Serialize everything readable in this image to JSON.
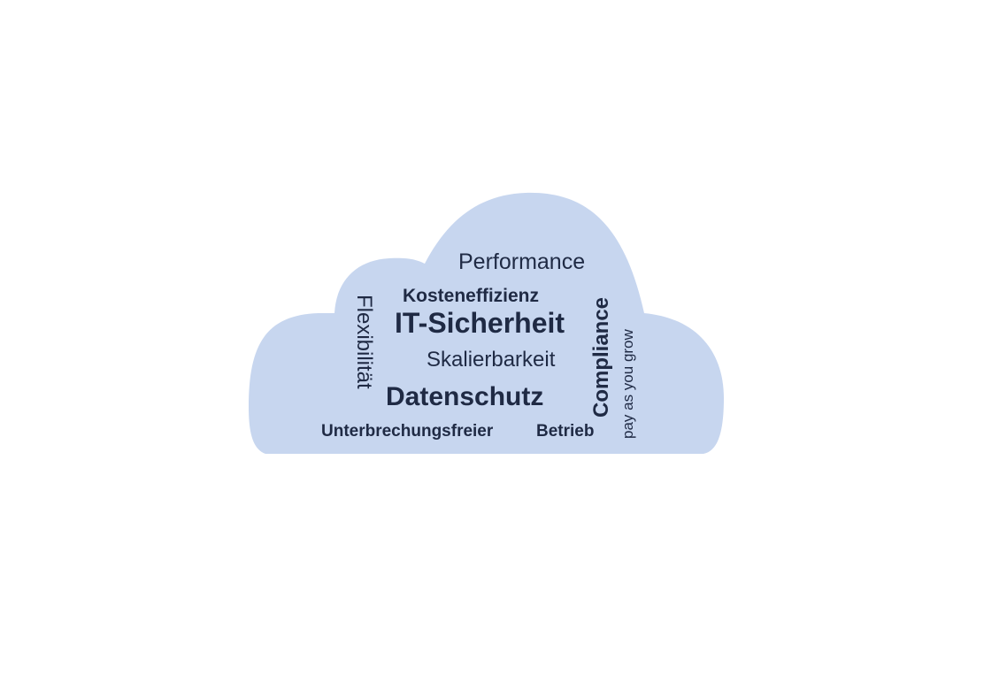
{
  "cloud": {
    "fill_color": "#c7d6ef",
    "text_color": "#1f2a44"
  },
  "words": {
    "performance": "Performance",
    "kosteneffizienz": "Kosteneffizienz",
    "it_sicherheit": "IT-Sicherheit",
    "skalierbarkeit": "Skalierbarkeit",
    "datenschutz": "Datenschutz",
    "unterbrechungsfreier": "Unterbrechungsfreier",
    "betrieb": "Betrieb",
    "flexibilitaet": "Flexibilität",
    "compliance": "Compliance",
    "pay_as_you_grow": "pay as you grow"
  }
}
